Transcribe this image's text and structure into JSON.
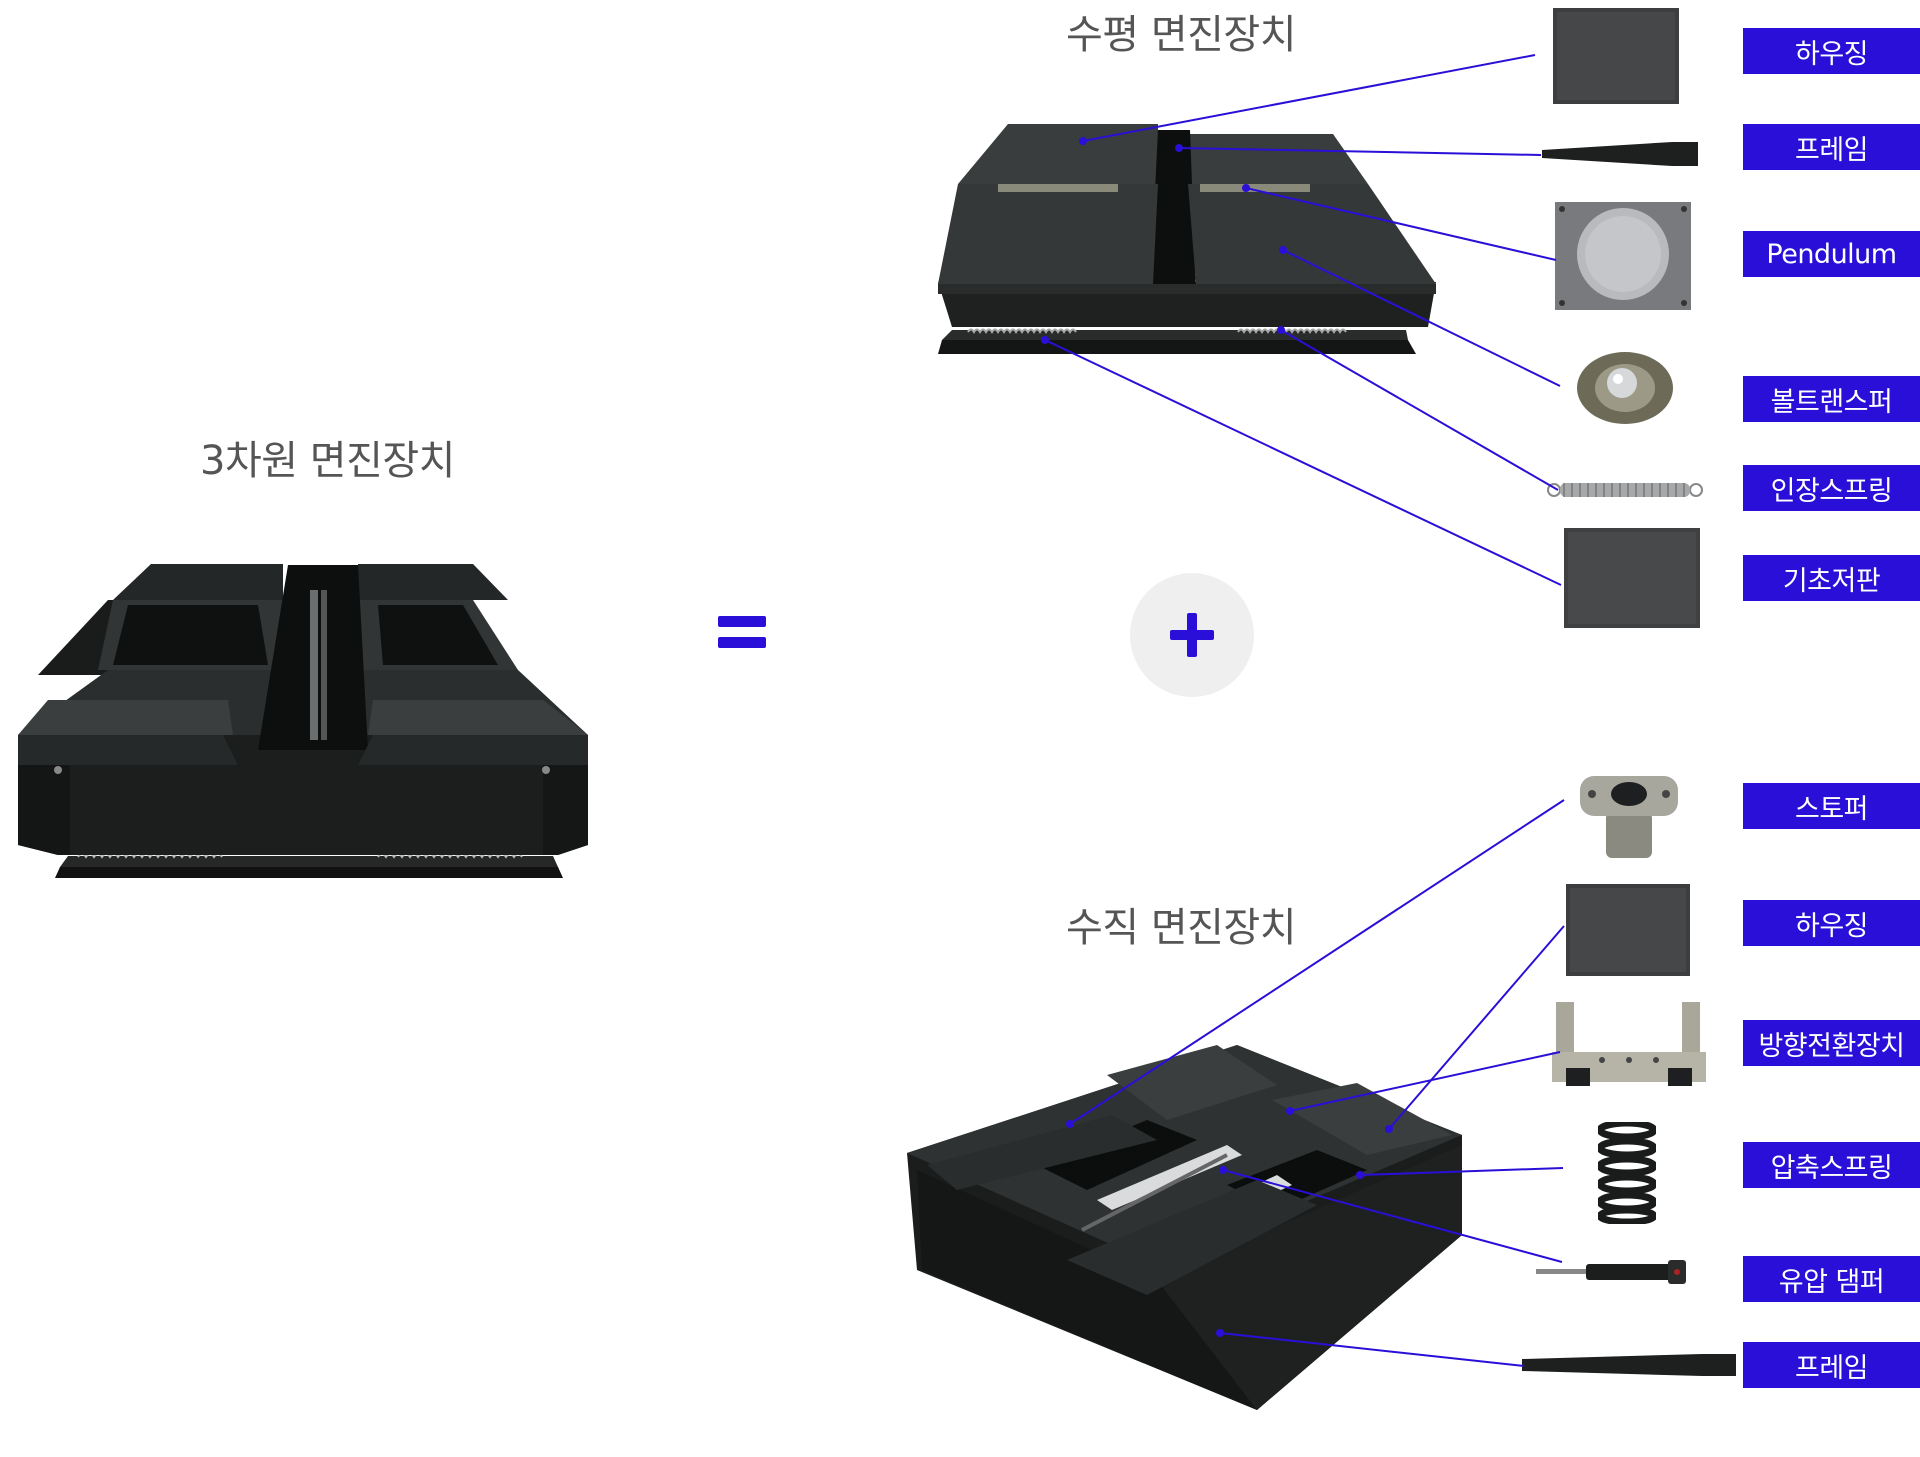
{
  "titles": {
    "main": "3차원 면진장치",
    "horizontal": "수평 면진장치",
    "vertical": "수직 면진장치"
  },
  "colors": {
    "accent": "#2a0fd8",
    "device": "#1f2121",
    "circle_bg": "#efefef"
  },
  "horizontal_parts": [
    {
      "label": "하우징"
    },
    {
      "label": "프레임"
    },
    {
      "label": "Pendulum"
    },
    {
      "label": "볼트랜스퍼"
    },
    {
      "label": "인장스프링"
    },
    {
      "label": "기초저판"
    }
  ],
  "vertical_parts": [
    {
      "label": "스토퍼"
    },
    {
      "label": "하우징"
    },
    {
      "label": "방향전환장치"
    },
    {
      "label": "압축스프링"
    },
    {
      "label": "유압 댐퍼"
    },
    {
      "label": "프레임"
    }
  ]
}
